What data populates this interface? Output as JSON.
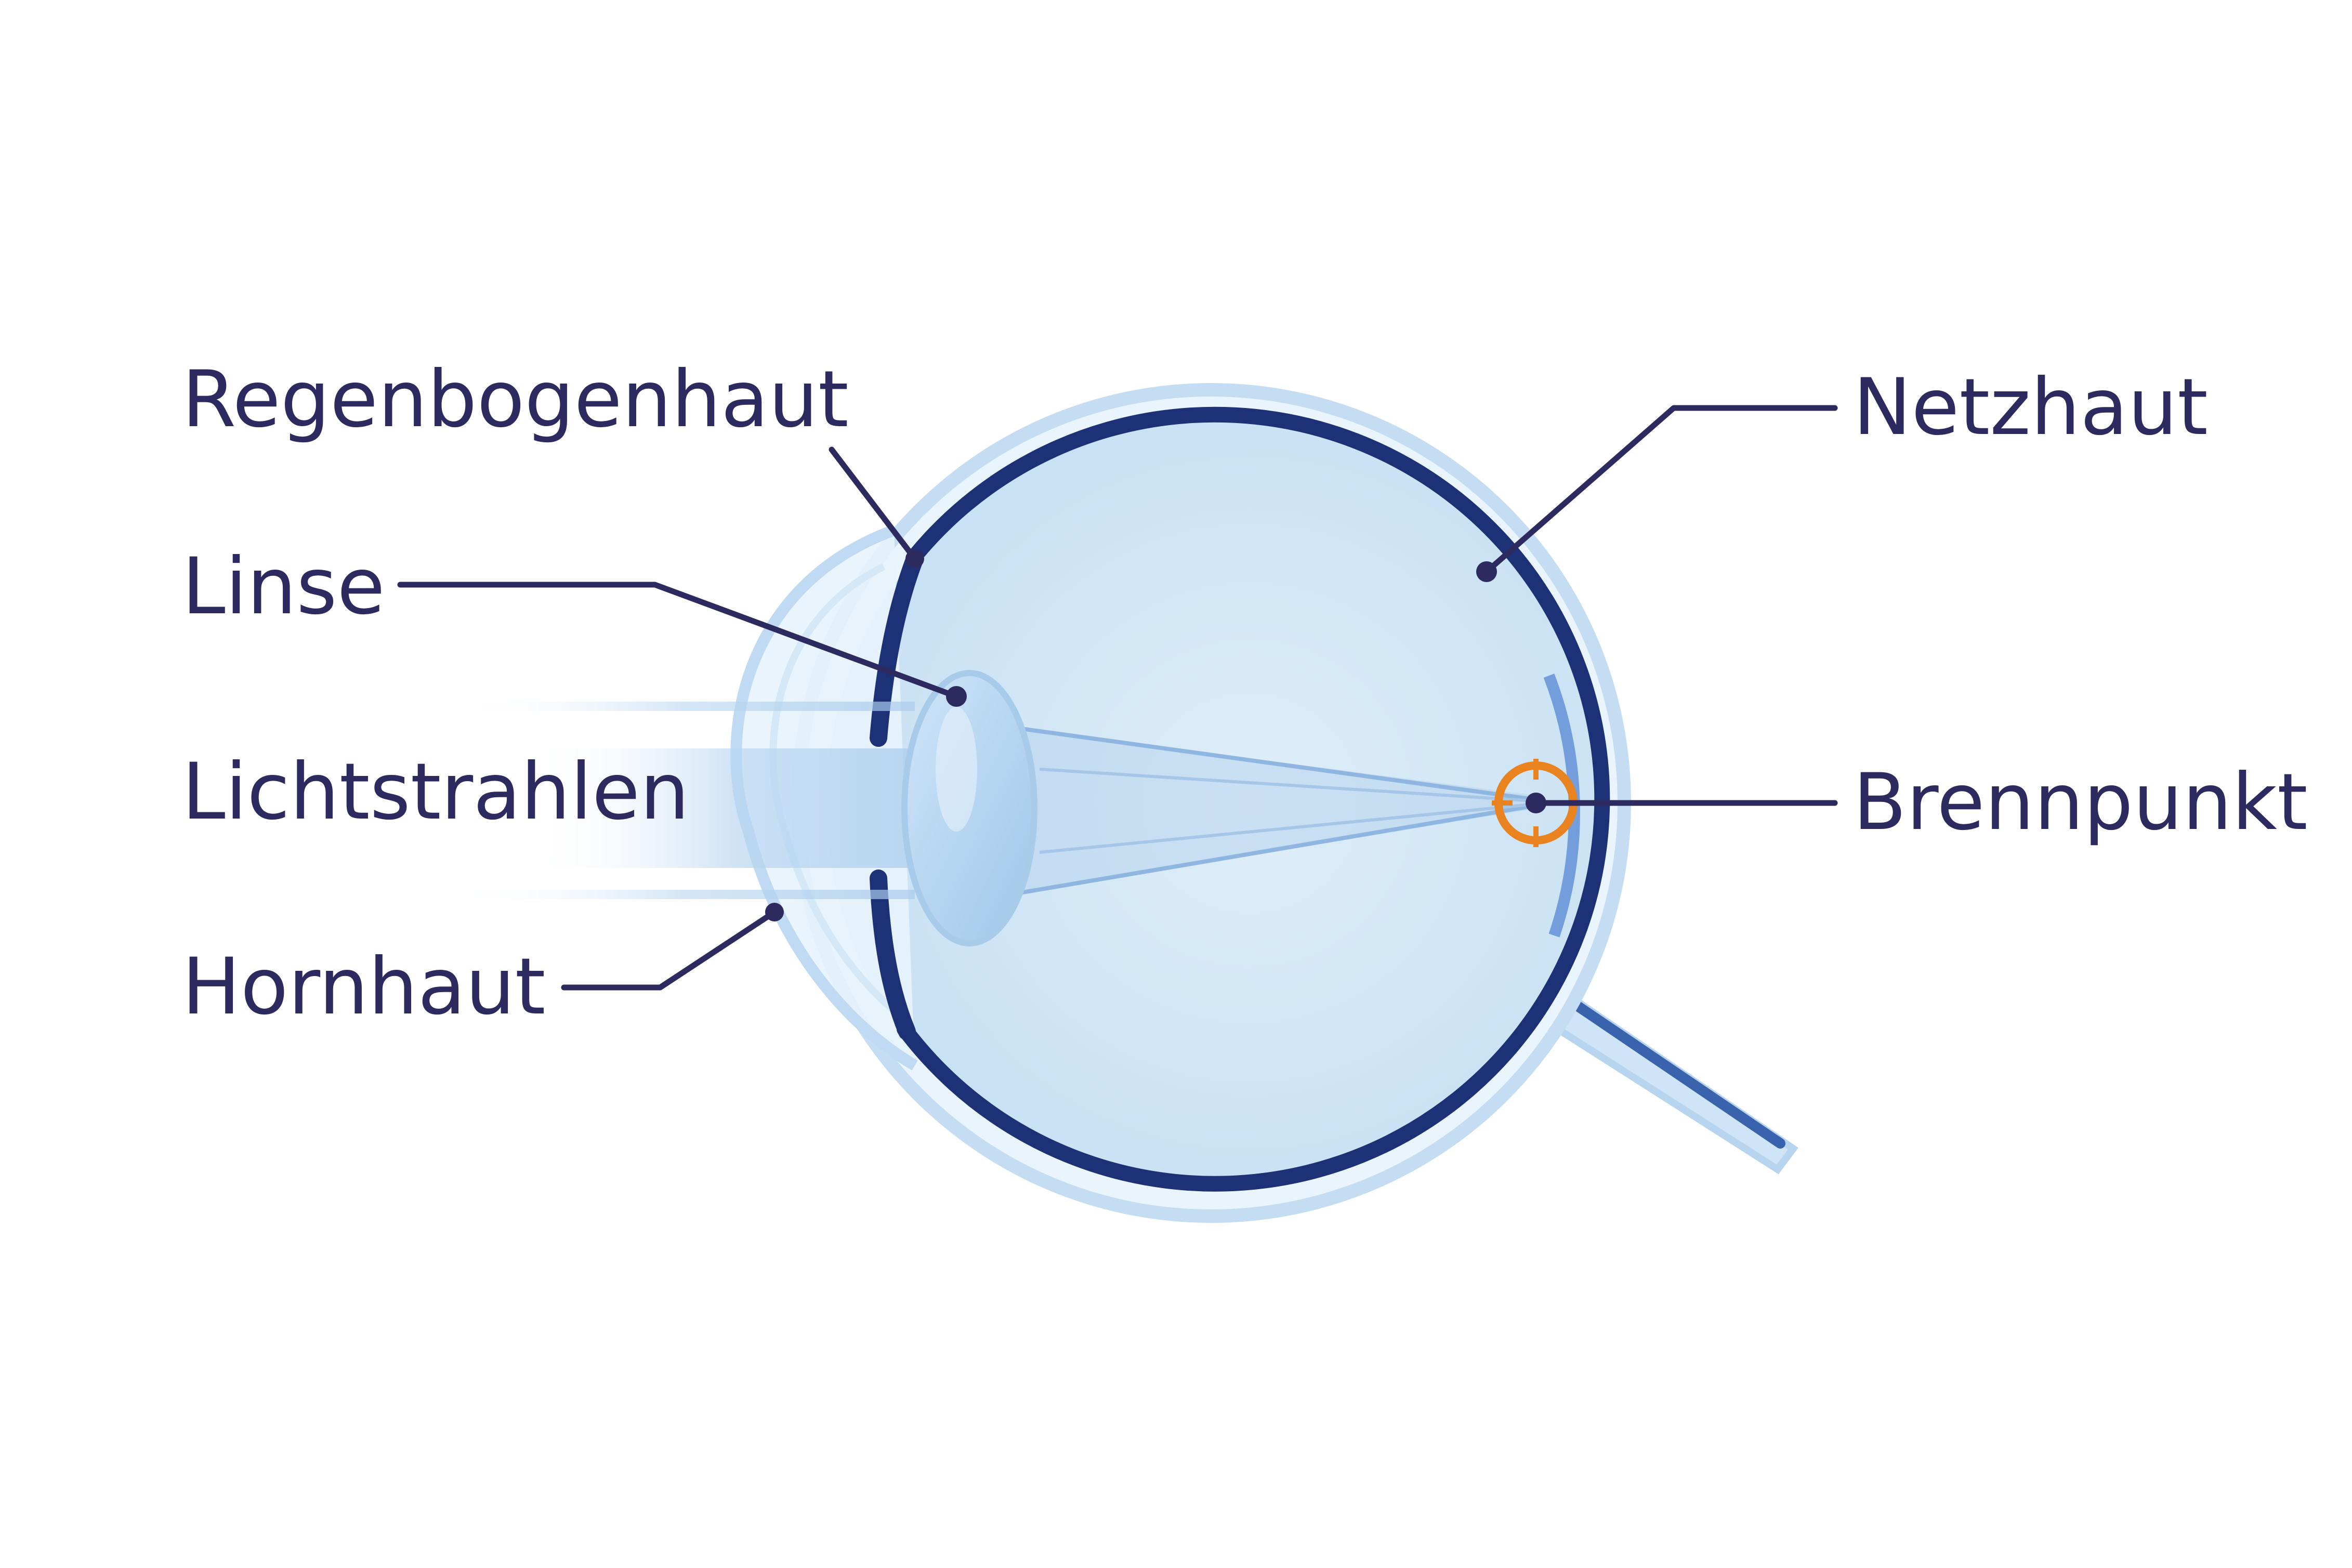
{
  "labels": {
    "iris": "Regenbogenhaut",
    "lens": "Linse",
    "light_rays": "Lichtstrahlen",
    "cornea": "Hornhaut",
    "retina": "Netzhaut",
    "focal_point": "Brennpunkt"
  },
  "colors": {
    "label_text": "#2d2a5f",
    "retina_wall": "#1d3276",
    "eye_fill": "#d6e8f7",
    "sclera": "#c9e1f5",
    "focal_marker": "#e8831f"
  }
}
